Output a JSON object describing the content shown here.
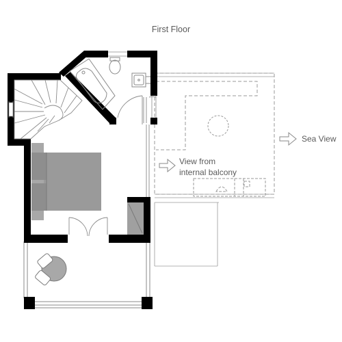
{
  "plan": {
    "title": "First Floor",
    "annotations": {
      "sea_view": "Sea View",
      "balcony_view_line1": "View from",
      "balcony_view_line2": "internal balcony"
    },
    "colors": {
      "wall": "#000000",
      "line": "#8a8a8a",
      "dash": "#9a9a9a",
      "bed": "#a0a0a0",
      "pillow": "#8a8a8a",
      "text": "#5a5a5a"
    }
  }
}
